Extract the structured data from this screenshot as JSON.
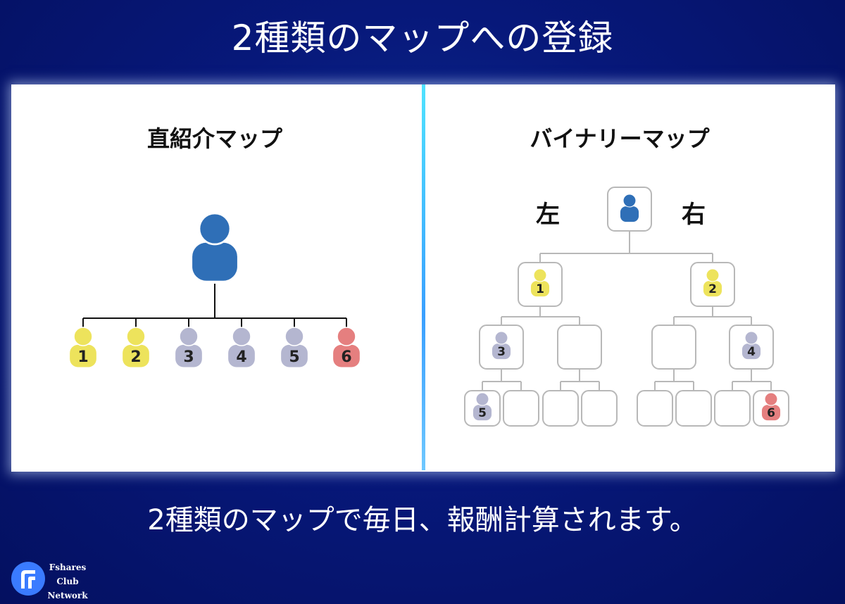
{
  "title": "2種類のマップへの登録",
  "direct_map": {
    "title": "直紹介マップ",
    "children": [
      {
        "label": "1",
        "color": "yellow"
      },
      {
        "label": "2",
        "color": "yellow"
      },
      {
        "label": "3",
        "color": "gray"
      },
      {
        "label": "4",
        "color": "gray"
      },
      {
        "label": "5",
        "color": "gray"
      },
      {
        "label": "6",
        "color": "red"
      }
    ]
  },
  "binary_map": {
    "title": "バイナリーマップ",
    "left_label": "左",
    "right_label": "右",
    "level1": [
      {
        "label": "1",
        "color": "yellow"
      },
      {
        "label": "2",
        "color": "yellow"
      }
    ],
    "level2": [
      {
        "label": "3",
        "color": "gray"
      },
      {
        "label": "",
        "color": ""
      },
      {
        "label": "",
        "color": ""
      },
      {
        "label": "4",
        "color": "gray"
      }
    ],
    "level3": [
      {
        "label": "5",
        "color": "gray"
      },
      {
        "label": "",
        "color": ""
      },
      {
        "label": "",
        "color": ""
      },
      {
        "label": "",
        "color": ""
      },
      {
        "label": "",
        "color": ""
      },
      {
        "label": "",
        "color": ""
      },
      {
        "label": "",
        "color": ""
      },
      {
        "label": "6",
        "color": "red"
      }
    ]
  },
  "caption": "2種類のマップで毎日、報酬計算されます。",
  "logo": {
    "line1": "Fshares",
    "line2": "Club",
    "line3": "Network"
  },
  "colors": {
    "yellow": "#ede35c",
    "gray": "#b4b6d0",
    "red": "#e57f7f",
    "root": "#2f6fb7",
    "accent": "#4fe3ff"
  }
}
